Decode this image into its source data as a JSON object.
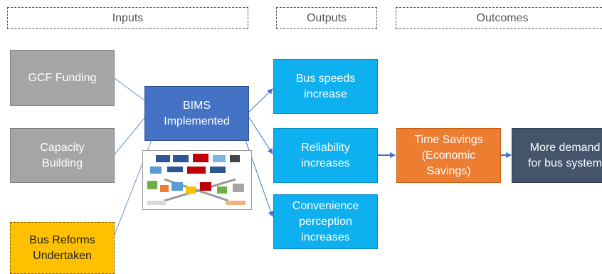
{
  "headers": {
    "inputs": "Inputs",
    "outputs": "Outputs",
    "outcomes": "Outcomes"
  },
  "inputs": {
    "gcf_funding": "GCF Funding",
    "capacity_building": "Capacity\nBuilding",
    "bus_reforms": "Bus Reforms\nUndertaken"
  },
  "bims": "BIMS\nImplemented",
  "outputs": {
    "bus_speeds": "Bus speeds\nincrease",
    "reliability": "Reliability\nincreases",
    "convenience": "Convenience\nperception\nincreases"
  },
  "outcomes": {
    "time_savings": "Time Savings\n(Economic\nSavings)",
    "more_demand": "More demand\nfor bus system"
  },
  "colors": {
    "grey": "#a5a5a5",
    "dark_blue": "#4472c4",
    "light_blue": "#0eb0ef",
    "orange": "#ed7d31",
    "navy": "#44546a",
    "gold": "#ffc000",
    "connector": "#4472c4"
  }
}
